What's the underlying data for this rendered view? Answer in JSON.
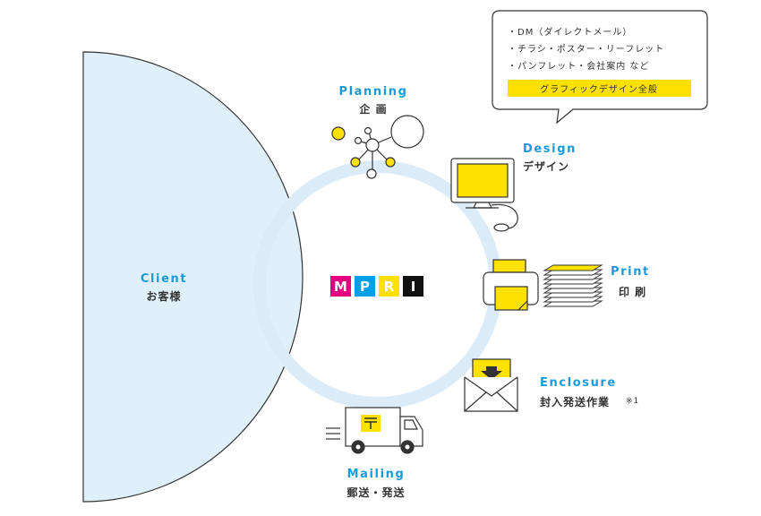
{
  "colors": {
    "blue": "#1a9cd8",
    "yellow": "#ffe100",
    "ring": "#dcebf8",
    "client_fill": "#dff0fb",
    "line": "#333333",
    "magenta": "#e4007f",
    "cyan": "#00a0e9",
    "black": "#111111"
  },
  "client": {
    "en": "Client",
    "jp": "お客様"
  },
  "logo": {
    "letters": [
      "M",
      "P",
      "R",
      "I"
    ]
  },
  "steps": {
    "planning": {
      "en": "Planning",
      "jp": "企 画"
    },
    "design": {
      "en": "Design",
      "jp": "デザイン"
    },
    "print": {
      "en": "Print",
      "jp": "印 刷"
    },
    "enclosure": {
      "en": "Enclosure",
      "jp": "封入発送作業",
      "note": "※1"
    },
    "mailing": {
      "en": "Mailing",
      "jp": "郵送・発送"
    }
  },
  "speech_bubble": {
    "items": [
      "・DM（ダイレクトメール）",
      "・チラシ・ポスター・リーフレット",
      "・パンフレット・会社案内 など"
    ],
    "highlight": "グラフィックデザイン全般"
  }
}
